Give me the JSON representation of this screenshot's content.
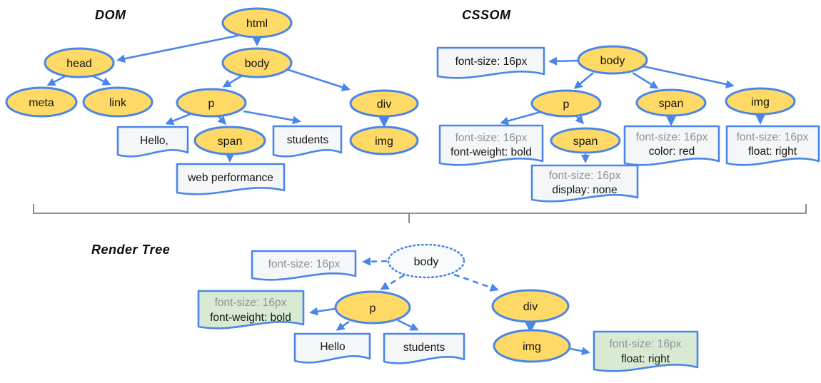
{
  "diagram": {
    "dom": {
      "title": "DOM",
      "nodes": {
        "html": "html",
        "head": "head",
        "body": "body",
        "meta": "meta",
        "link": "link",
        "p": "p",
        "div": "div",
        "span": "span",
        "img": "img"
      },
      "text_nodes": {
        "hello": "Hello,",
        "students": "students",
        "web_performance": "web performance"
      }
    },
    "cssom": {
      "title": "CSSOM",
      "nodes": {
        "body": "body",
        "p": "p",
        "span": "span",
        "img": "img",
        "span_in_p": "span"
      },
      "style_boxes": {
        "body": [
          "font-size: 16px"
        ],
        "p": [
          "font-size: 16px",
          "font-weight: bold"
        ],
        "span_in_p": [
          "font-size: 16px",
          "display: none"
        ],
        "span": [
          "font-size: 16px",
          "color: red"
        ],
        "img": [
          "font-size: 16px",
          "float: right"
        ]
      }
    },
    "render_tree": {
      "title": "Render Tree",
      "nodes": {
        "body": "body",
        "p": "p",
        "div": "div",
        "img": "img"
      },
      "text_nodes": {
        "hello": "Hello",
        "students": "students"
      },
      "style_boxes": {
        "body": [
          "font-size: 16px"
        ],
        "p": [
          "font-size: 16px",
          "font-weight: bold"
        ],
        "img": [
          "font-size: 16px",
          "float: right"
        ]
      }
    },
    "colors": {
      "node_fill": "#ffd966",
      "stroke_blue": "#4a86e8",
      "doc_box_fill": "#f4f6f8",
      "green_box_fill": "#d9ead3",
      "muted_text": "#8d9196",
      "text": "#141414",
      "divider": "#6e6e6e",
      "background": "#ffffff"
    }
  }
}
